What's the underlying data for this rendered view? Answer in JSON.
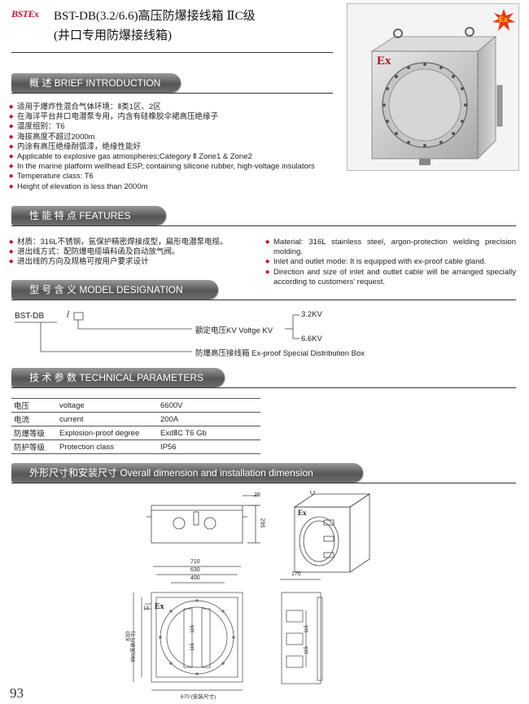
{
  "header": {
    "brand": "BSTEx",
    "title_line1": "BST-DB(3.2/6.6)高压防爆接线箱  ⅡC级",
    "title_line2": "(井口专用防爆接线箱)"
  },
  "product_photo": {
    "ex_mark": "Ex",
    "badge": "Ex"
  },
  "brief": {
    "heading": "概 述 BRIEF INTRODUCTION",
    "items": [
      "适用于爆炸性混合气体环境：Ⅱ类1区、2区",
      "在海洋平台井口电潜泵专用，内含有硅橡胶伞裙高压绝缘子",
      "温度组别：T6",
      "海拔高度不超过2000m",
      "内涂有高压绝缘耐弧漆，绝缘性能好",
      "Applicable to explosive gas atmospheres;Category Ⅱ Zone1 & Zone2",
      "In the marine platform wellhead ESP, containing silicone rubber, high-voltage insulators",
      "Temperature class: T6",
      "Height of elevation is less than 2000m"
    ]
  },
  "features": {
    "heading": "性 能 特 点 FEATURES",
    "left_items": [
      "材质：316L不锈钢，氩保护精密焊接成型，扁形电潜泵电缆。",
      "进出线方式：配防爆电缆填料函及自动放气阀。",
      "进出线的方向及规格可按用户要求设计"
    ],
    "right_items": [
      "Material: 316L stainless steel, argon-protection welding precision molding.",
      "Inlet and outlet mode: It is equipped with ex-proof cable gland.",
      "Direction and size of inlet and outlet cable will be arranged specially according to customers' request."
    ]
  },
  "model": {
    "heading": "型 号 含 义 MODEL DESIGNATION",
    "code": "BST-DB",
    "slash": "/",
    "voltage_label": "额定电压KV  Voltge KV",
    "voltage_options": [
      "3.2KV",
      "6.6KV"
    ],
    "box_label": "防爆高压接线箱  Ex-proof Special Distribution Box"
  },
  "technical": {
    "heading": "技 术 参 数 TECHNICAL PARAMETERS",
    "rows": [
      {
        "cn": "电压",
        "en": "voltage",
        "value": "6600V"
      },
      {
        "cn": "电流",
        "en": "current",
        "value": "200A"
      },
      {
        "cn": "防爆等级",
        "en": "Explosion-proof degree",
        "value": "ExdⅡC  T6  Gb"
      },
      {
        "cn": "防护等级",
        "en": "Protection class",
        "value": "IP56"
      }
    ]
  },
  "dimensions": {
    "heading": "外形尺寸和安装尺寸 Overall dimension and installation dimension",
    "top_view": {
      "dim_right": "295",
      "dim_top": "26"
    },
    "front_view": {
      "widths": [
        "710",
        "630",
        "400"
      ],
      "heights": [
        "630",
        "550(安装尺寸)"
      ],
      "bottom_width": "670 (安装尺寸)",
      "small": "13",
      "inner": [
        "115",
        "115"
      ],
      "ex_mark": "Ex"
    },
    "side_view": {
      "depth": "170",
      "inner": [
        "115",
        "115"
      ]
    },
    "iso_ex_mark": "Ex"
  },
  "page_number": "93"
}
